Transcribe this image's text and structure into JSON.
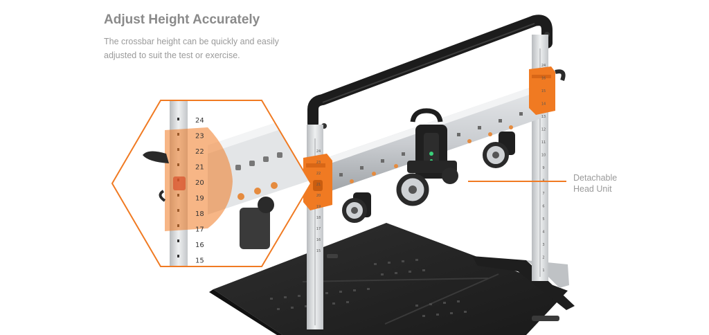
{
  "feature": {
    "title": "Adjust Height Accurately",
    "description": "The crossbar height can be quickly and easily adjusted to suit the test or exercise."
  },
  "callout": {
    "line1": "Detachable",
    "line2": "Head Unit"
  },
  "zoom_scale": [
    "24",
    "23",
    "22",
    "21",
    "20",
    "19",
    "18",
    "17",
    "16",
    "15"
  ],
  "rig_scale_left": [
    "24",
    "23",
    "22",
    "21",
    "20",
    "19",
    "18",
    "17",
    "16",
    "15"
  ],
  "rig_scale_right": [
    "24",
    "16",
    "15",
    "14",
    "13",
    "12",
    "11",
    "10",
    "9",
    "8",
    "7",
    "6",
    "5",
    "4",
    "3",
    "2",
    "1"
  ],
  "colors": {
    "accent": "#f07a22",
    "frame": "#1f1f1f",
    "steel": "#d2d4d6",
    "plate": "#232323",
    "text": "#9a9a9a"
  }
}
